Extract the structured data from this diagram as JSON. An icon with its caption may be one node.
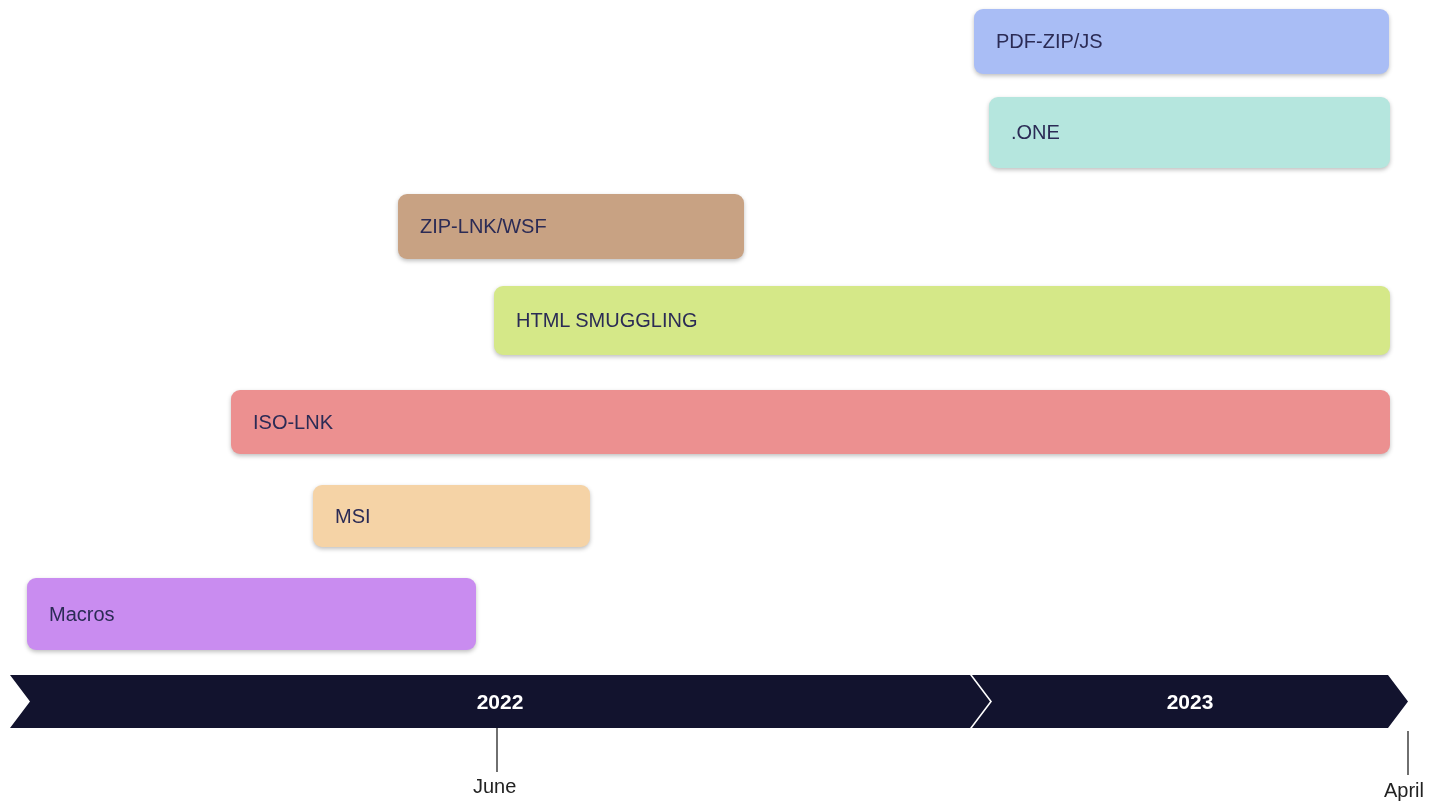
{
  "diagram": {
    "nodes": [
      {
        "text": [
          "PDF-ZIP/JS"
        ]
      },
      {
        "text": [
          ".ONE"
        ]
      },
      {
        "text": [
          "ZIP-LNK/WSF"
        ]
      },
      {
        "text": [
          "HTML SMUGGLING"
        ]
      },
      {
        "text": [
          "ISO-LNK"
        ]
      },
      {
        "text": [
          "MSI"
        ]
      },
      {
        "text": [
          "Macros"
        ]
      },
      {
        "text": [
          "2022"
        ]
      },
      {
        "text": [
          "2023"
        ]
      }
    ],
    "edges": [],
    "labels": [
      "June",
      "April"
    ]
  }
}
